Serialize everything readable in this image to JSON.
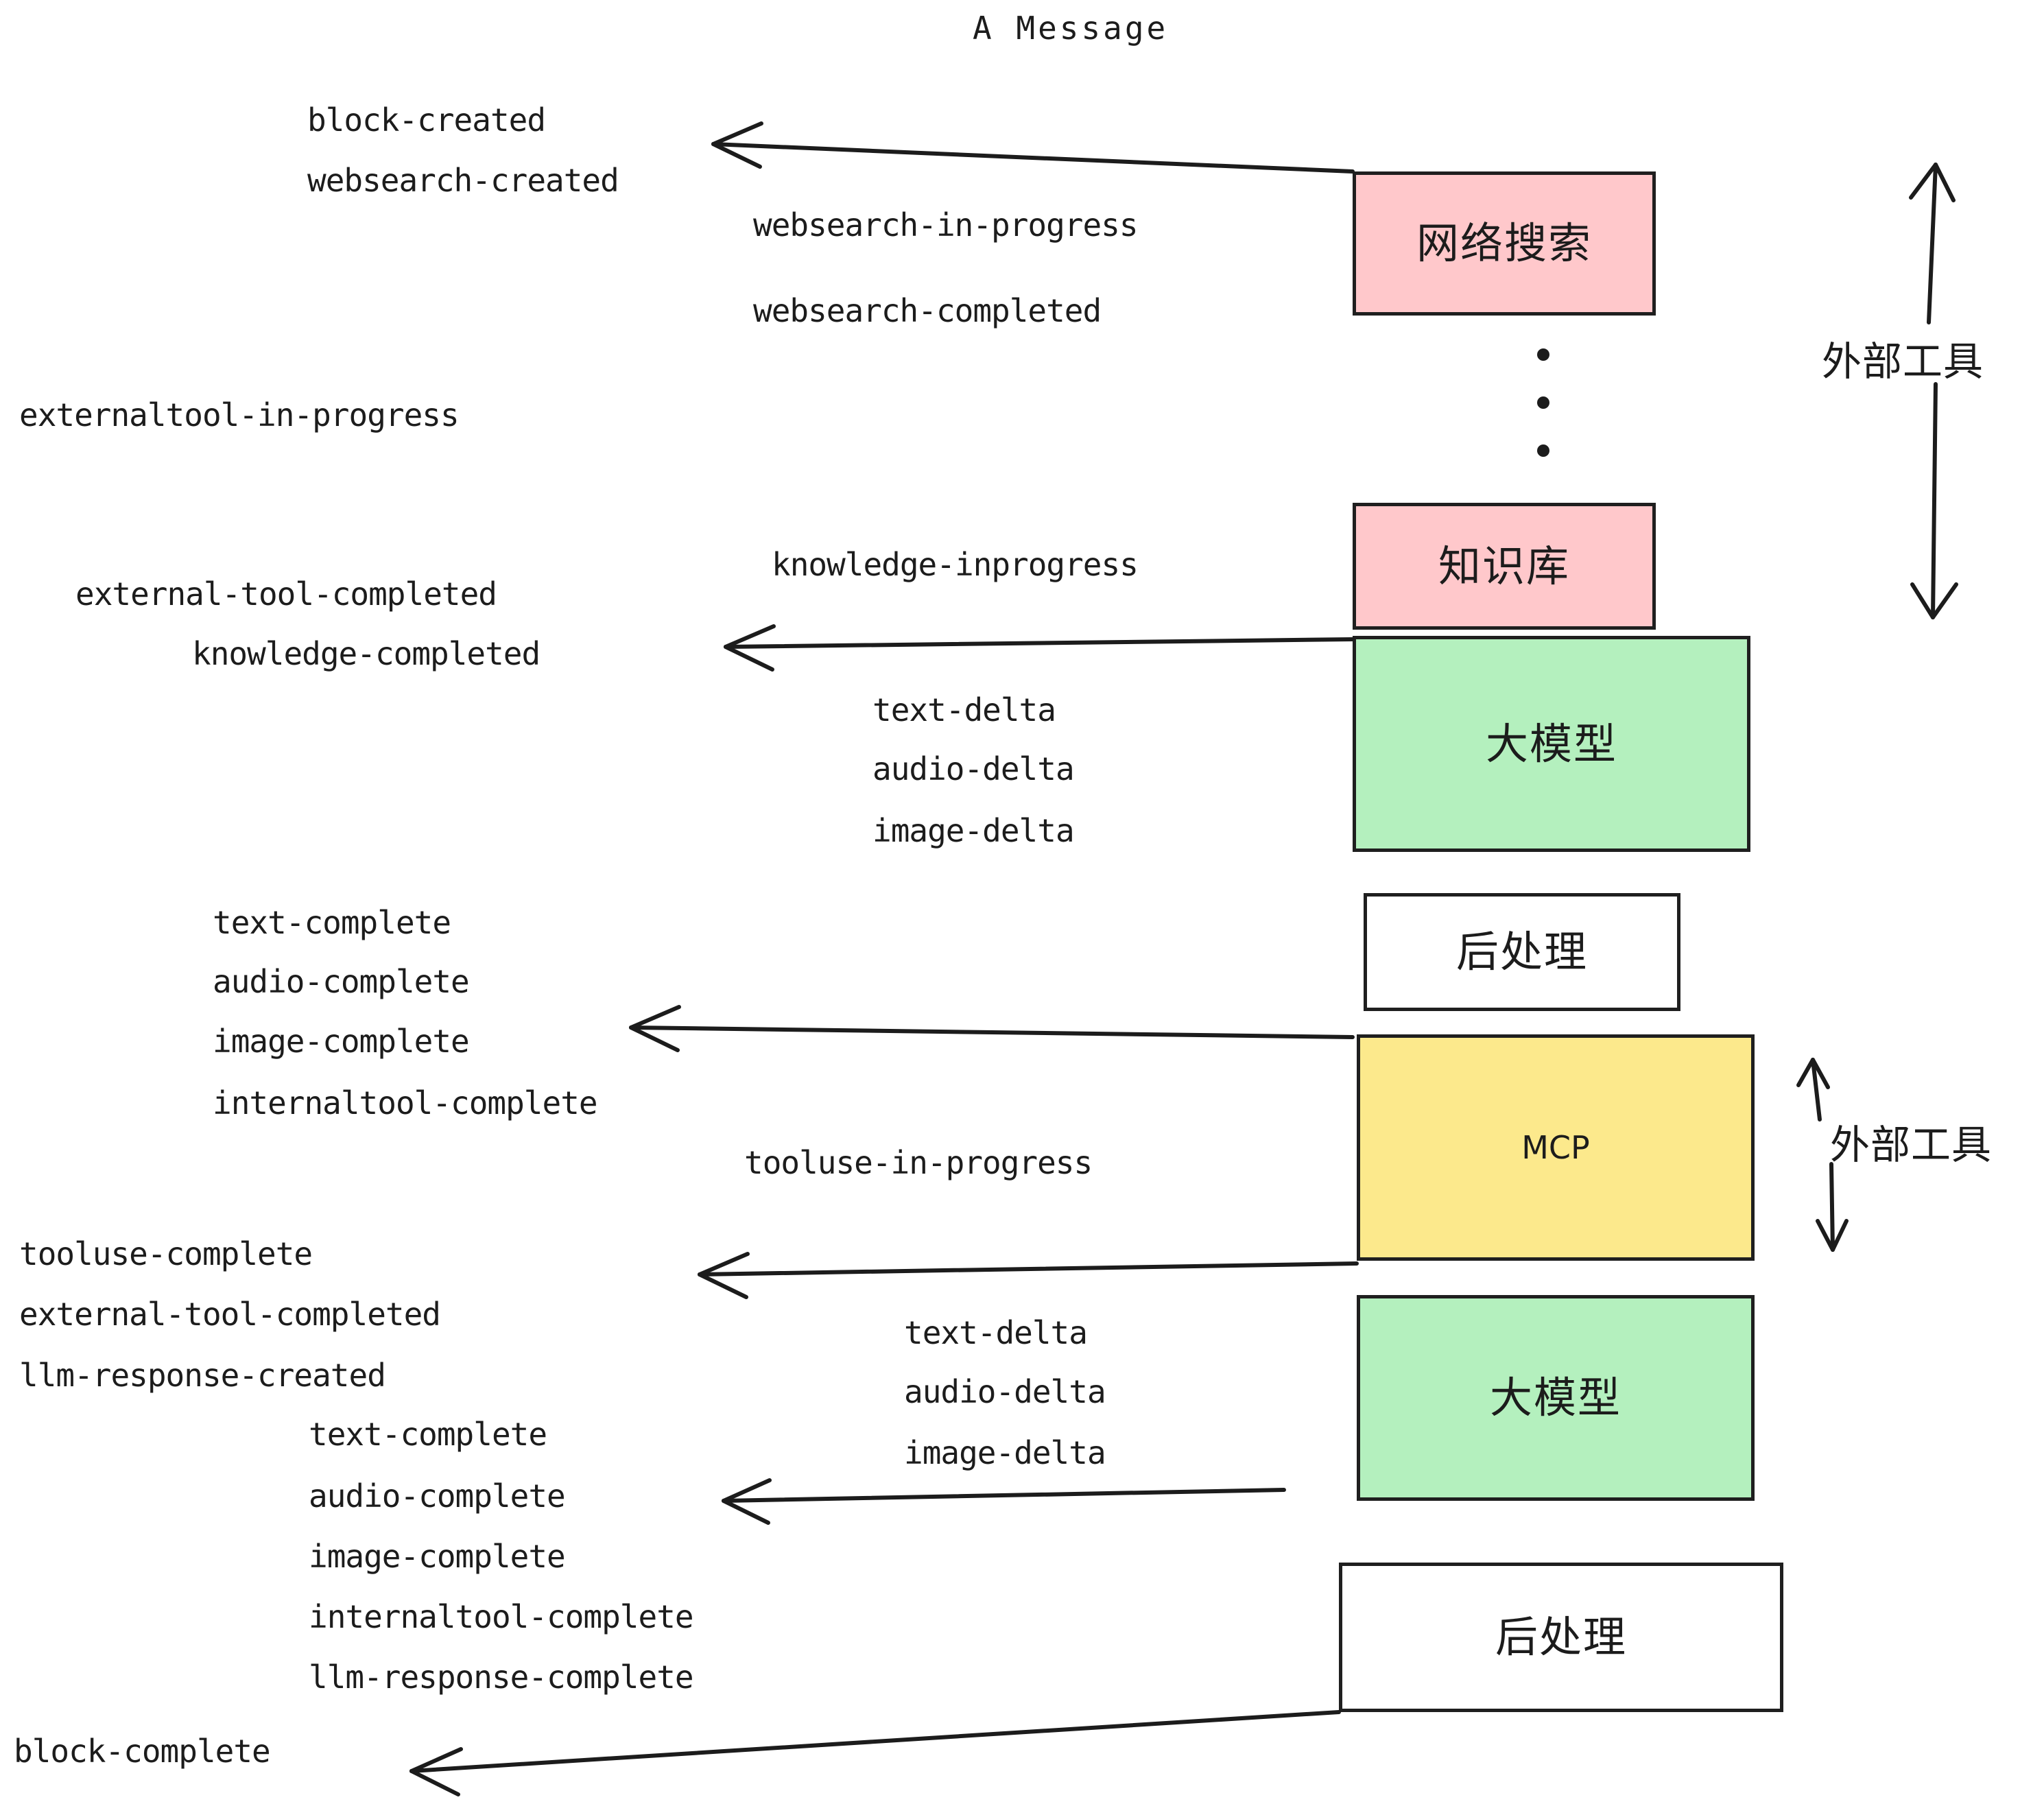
{
  "title": "A Message",
  "colors": {
    "pink": "#FFC8CB",
    "green": "#B4F0BE",
    "yellow": "#FCE98C",
    "white": "#FFFFFF",
    "stroke": "#1F1F1F",
    "text": "#1C1C1C"
  },
  "boxes": {
    "websearch": "网络搜索",
    "knowledge": "知识库",
    "llm_top": "大模型",
    "postprocess_top": "后处理",
    "mcp": "MCP",
    "llm_bottom": "大模型",
    "postprocess_bottom": "后处理"
  },
  "scope_labels": {
    "external_tool_top": "外部工具",
    "external_tool_bottom": "外部工具"
  },
  "events": {
    "block_created": "block-created",
    "websearch_created": "websearch-created",
    "websearch_in_progress": "websearch-in-progress",
    "websearch_completed": "websearch-completed",
    "externaltool_in_progress": "externaltool-in-progress",
    "knowledge_inprogress": "knowledge-inprogress",
    "external_tool_completed_1": "external-tool-completed",
    "knowledge_completed": "knowledge-completed",
    "text_delta_1": "text-delta",
    "audio_delta_1": "audio-delta",
    "image_delta_1": "image-delta",
    "text_complete_1": "text-complete",
    "audio_complete_1": "audio-complete",
    "image_complete_1": "image-complete",
    "internaltool_complete_1": "internaltool-complete",
    "tooluse_in_progress": "tooluse-in-progress",
    "tooluse_complete": "tooluse-complete",
    "external_tool_completed_2": "external-tool-completed",
    "llm_response_created": "llm-response-created",
    "text_delta_2": "text-delta",
    "audio_delta_2": "audio-delta",
    "image_delta_2": "image-delta",
    "text_complete_2": "text-complete",
    "audio_complete_2": "audio-complete",
    "image_complete_2": "image-complete",
    "internaltool_complete_2": "internaltool-complete",
    "llm_response_complete": "llm-response-complete",
    "block_complete": "block-complete"
  }
}
